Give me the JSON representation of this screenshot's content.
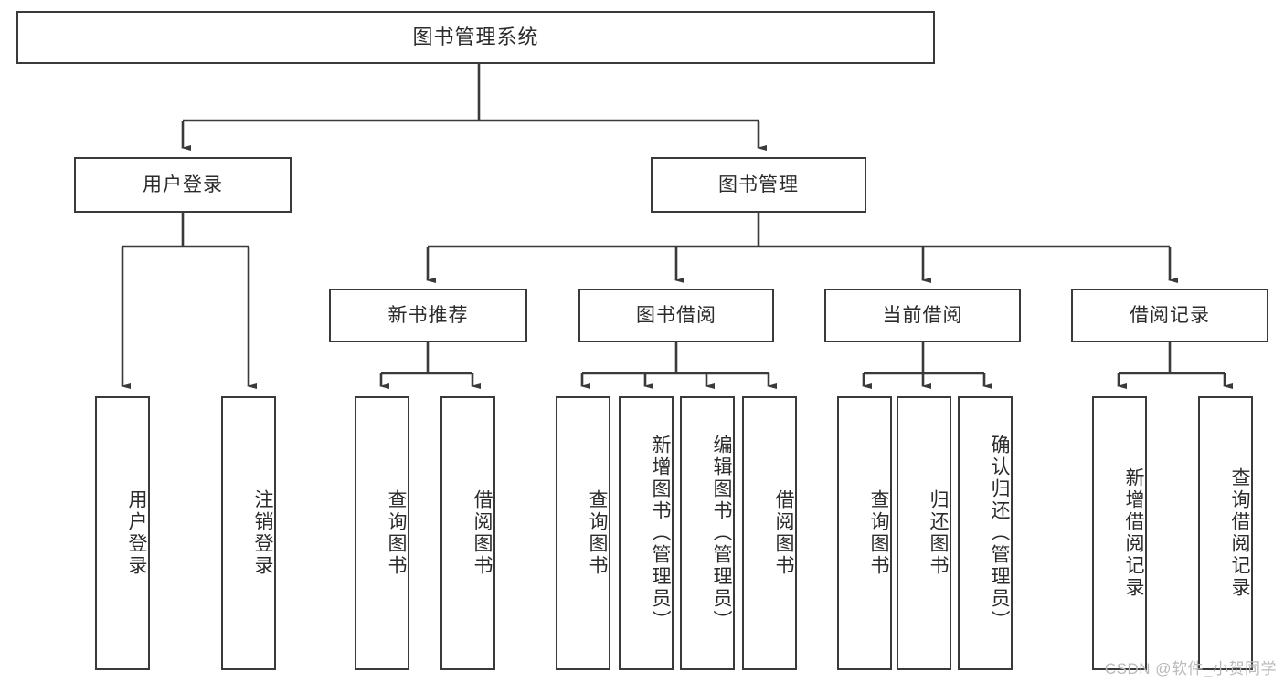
{
  "diagram": {
    "title": "图书管理系统",
    "type": "tree",
    "root": {
      "label": "图书管理系统"
    },
    "level1": [
      {
        "label": "用户登录"
      },
      {
        "label": "图书管理"
      }
    ],
    "level2": [
      {
        "label": "新书推荐"
      },
      {
        "label": "图书借阅"
      },
      {
        "label": "当前借阅"
      },
      {
        "label": "借阅记录"
      }
    ],
    "leaves": {
      "user_login": [
        {
          "label": "用户登录"
        },
        {
          "label": "注销登录"
        }
      ],
      "new_book_recommend": [
        {
          "label": "查询图书"
        },
        {
          "label": "借阅图书"
        }
      ],
      "book_borrow": [
        {
          "label": "查询图书"
        },
        {
          "label": "新增图书（管理员）"
        },
        {
          "label": "编辑图书（管理员）"
        },
        {
          "label": "借阅图书"
        }
      ],
      "current_borrow": [
        {
          "label": "查询图书"
        },
        {
          "label": "归还图书"
        },
        {
          "label": "确认归还（管理员）"
        }
      ],
      "borrow_record": [
        {
          "label": "新增借阅记录"
        },
        {
          "label": "查询借阅记录"
        }
      ]
    }
  },
  "watermark": {
    "text": "CSDN @软件_小贺同学"
  },
  "colors": {
    "stroke": "#3a3a3a",
    "background": "#ffffff",
    "text": "#2b2b2b",
    "watermark": "#b9b9b9"
  }
}
